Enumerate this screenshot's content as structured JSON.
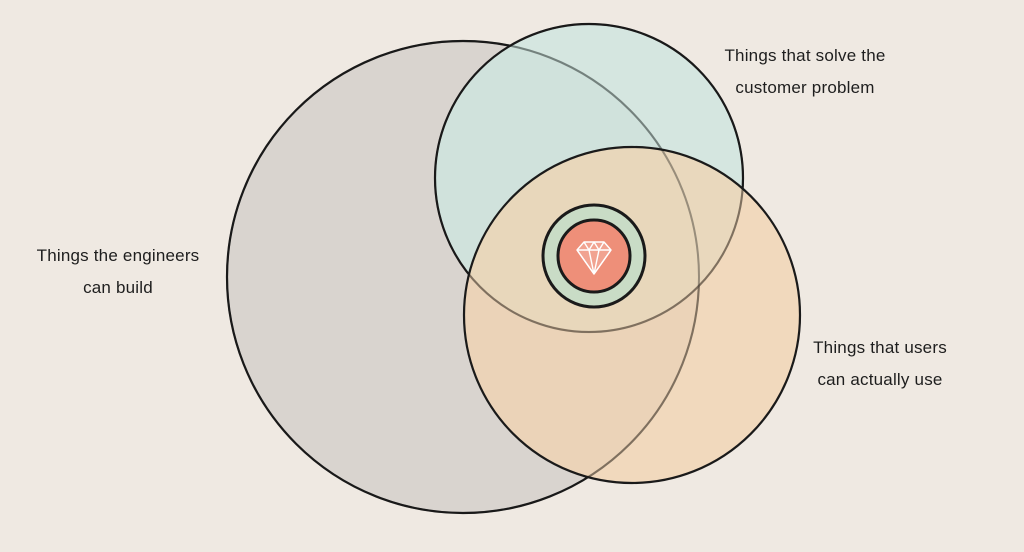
{
  "diagram": {
    "type": "venn",
    "colors": {
      "background": "#efe9e2",
      "engineers_fill": "#d9d4cf",
      "customer_fill": "#cde5df",
      "users_fill": "#f1d2ae",
      "overlap_fill": "#c9dcc6",
      "core_fill": "#ee8f79",
      "stroke": "#1a1a1a",
      "gem": "#ffffff"
    },
    "sets": [
      {
        "id": "engineers",
        "lines": [
          "Things the engineers",
          "can build"
        ]
      },
      {
        "id": "customer",
        "lines": [
          "Things that solve the",
          "customer problem"
        ]
      },
      {
        "id": "users",
        "lines": [
          "Things that users",
          "can actually use"
        ]
      }
    ],
    "center_icon": "diamond-gem-icon"
  }
}
